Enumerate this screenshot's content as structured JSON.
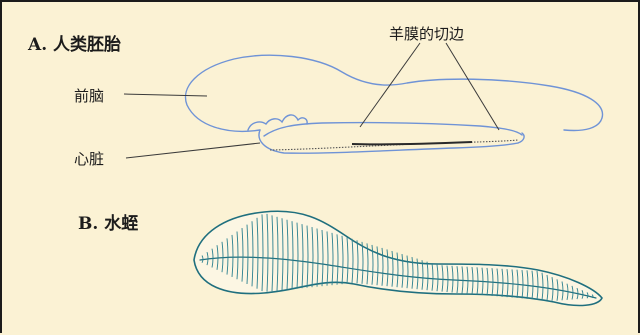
{
  "panel_a": {
    "title": "A. 人类胚胎",
    "labels": {
      "forebrain": "前脑",
      "heart": "心脏",
      "amnion_cut_edge": "羊膜的切边"
    }
  },
  "panel_b": {
    "title": "B. 水蛭"
  },
  "colors": {
    "background": "#fbf2d4",
    "embryo_line": "#6f93d6",
    "leech_line": "#1f6f7e",
    "label_text": "#1c1c1c",
    "pointer_line": "#3a3a3a"
  }
}
